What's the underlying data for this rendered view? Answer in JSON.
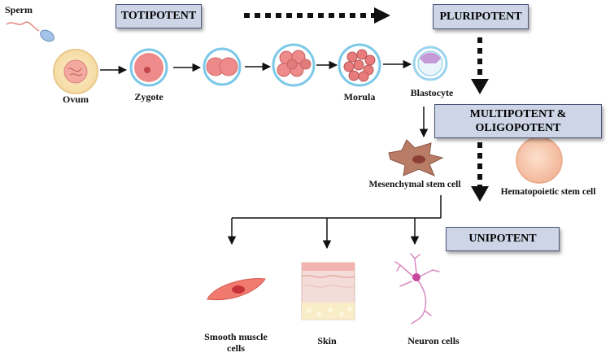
{
  "boxes": {
    "totipotent": "TOTIPOTENT",
    "pluripotent": "PLURIPOTENT",
    "multipotent_line1": "MULTIPOTENT &",
    "multipotent_line2": "OLIGOPOTENT",
    "unipotent": "UNIPOTENT"
  },
  "labels": {
    "sperm": "Sperm",
    "ovum": "Ovum",
    "zygote": "Zygote",
    "morula": "Morula",
    "blastocyte": "Blastocyte",
    "mesenchymal": "Mesenchymal stem cell",
    "hematopoietic": "Hematopoietic stem cell",
    "smooth_line1": "Smooth muscle",
    "smooth_line2": "cells",
    "skin": "Skin",
    "neuron": "Neuron cells"
  },
  "colors": {
    "box_fill": "#cdd5e6",
    "cell_pink": "#e87c7c",
    "ring_blue": "#7cc8e8",
    "arrow": "#111111"
  }
}
